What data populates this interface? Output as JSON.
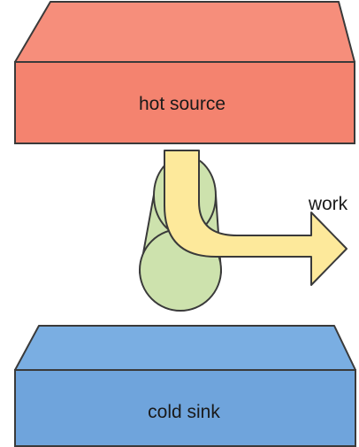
{
  "diagram": {
    "hot_label": "hot source",
    "cold_label": "cold sink",
    "work_label": "work"
  },
  "colors": {
    "hot": "#f4836f",
    "hot_top": "#f68e7b",
    "cold": "#6fa4dc",
    "cold_top": "#7aaee2",
    "engine": "#cde2ad",
    "arrow": "#fde99b",
    "outline": "#3a3a3a",
    "background": "#ffffff"
  }
}
